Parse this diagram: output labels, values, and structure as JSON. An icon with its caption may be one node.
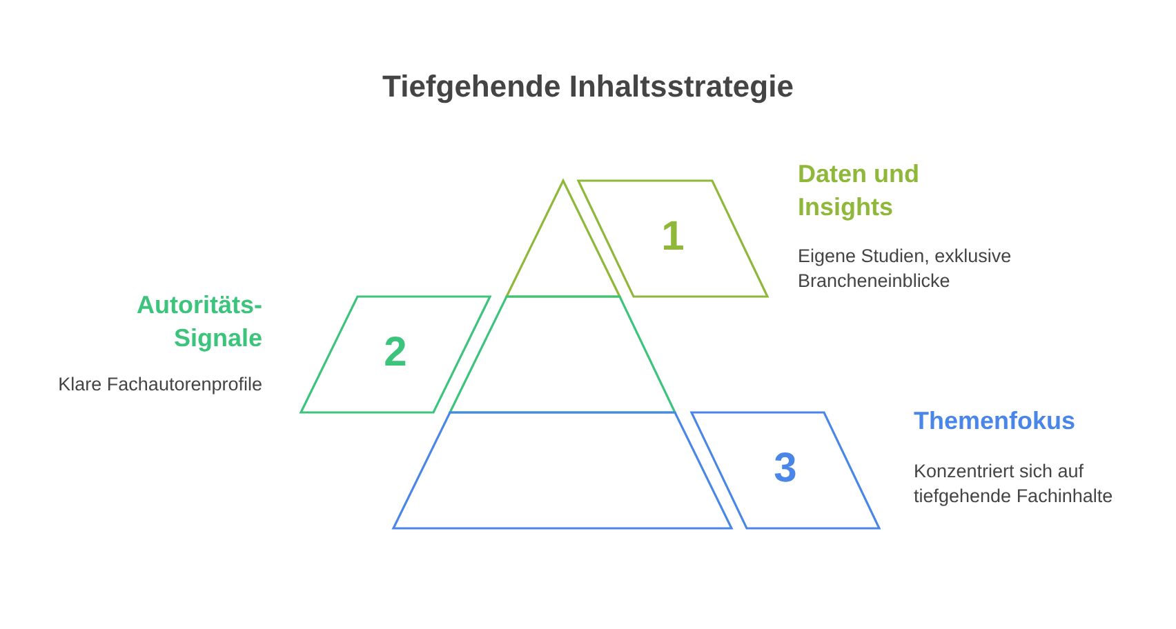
{
  "diagram": {
    "title": "Tiefgehende Inhaltsstrategie",
    "nodes": [
      {
        "text": [
          "1"
        ],
        "beside": [
          "Daten und Insights",
          "Eigene Studien, exklusive Brancheneinblicke"
        ]
      },
      {
        "text": [
          "2"
        ],
        "beside": [
          "Autoritäts-Signale",
          "Klare Fachautorenprofile"
        ]
      },
      {
        "text": [
          "3"
        ],
        "beside": [
          "Themenfokus",
          "Konzentriert sich auf tiefgehende Fachinhalte"
        ]
      }
    ]
  }
}
